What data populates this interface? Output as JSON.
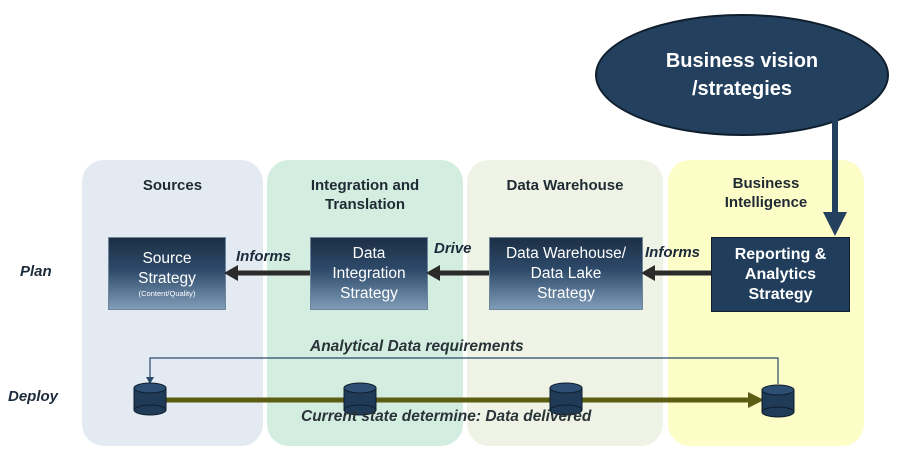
{
  "panels": {
    "sources": "Sources",
    "integration": [
      "Integration and",
      "Translation"
    ],
    "warehouse": "Data Warehouse",
    "bi": [
      "Business",
      "Intelligence"
    ]
  },
  "boxes": {
    "source": {
      "lines": [
        "Source",
        "Strategy"
      ],
      "note": "(Content/Quality)"
    },
    "integration": {
      "lines": [
        "Data",
        "Integration",
        "Strategy"
      ]
    },
    "warehouse": {
      "lines": [
        "Data Warehouse/",
        "Data Lake",
        "Strategy"
      ]
    },
    "bi": {
      "lines": [
        "Reporting &",
        "Analytics",
        "Strategy"
      ]
    }
  },
  "vision": {
    "lines": [
      "Business vision",
      "/strategies"
    ]
  },
  "rows": {
    "plan": "Plan",
    "deploy": "Deploy"
  },
  "arrow_labels": {
    "informs_left": "Informs",
    "drive": "Drive",
    "informs_right": "Informs"
  },
  "flows": {
    "requirements": "Analytical Data requirements",
    "delivered": "Current state determine: Data delivered"
  },
  "colors": {
    "box_dark": "#203e5c",
    "arrow_dark": "#2b2b2b",
    "arrow_olive": "#5b5d12",
    "db_fill": "#1f3b57"
  },
  "icons": {
    "database": "database-icon"
  }
}
